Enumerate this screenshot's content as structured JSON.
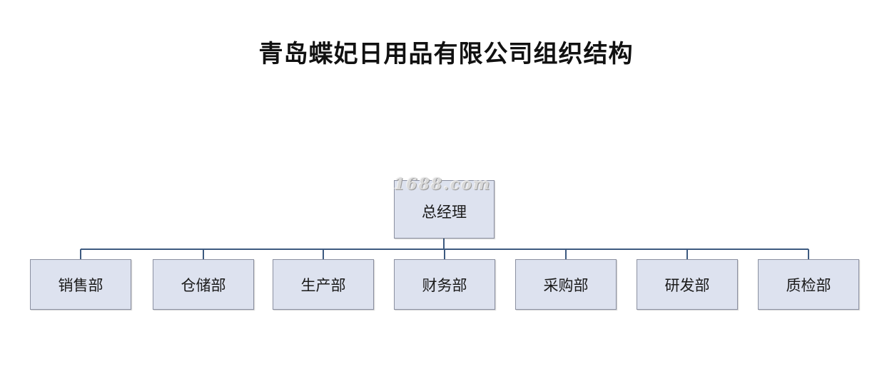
{
  "title": "青岛蝶妃日用品有限公司组织结构",
  "watermark": "1688.com",
  "root": {
    "label": "总经理"
  },
  "departments": [
    {
      "label": "销售部"
    },
    {
      "label": "仓储部"
    },
    {
      "label": "生产部"
    },
    {
      "label": "财务部"
    },
    {
      "label": "采购部"
    },
    {
      "label": "研发部"
    },
    {
      "label": "质检部"
    }
  ],
  "colors": {
    "node_fill": "#dde2ef",
    "node_border": "#8a8fa0",
    "connector": "#3d5a80",
    "title_text": "#111111"
  }
}
